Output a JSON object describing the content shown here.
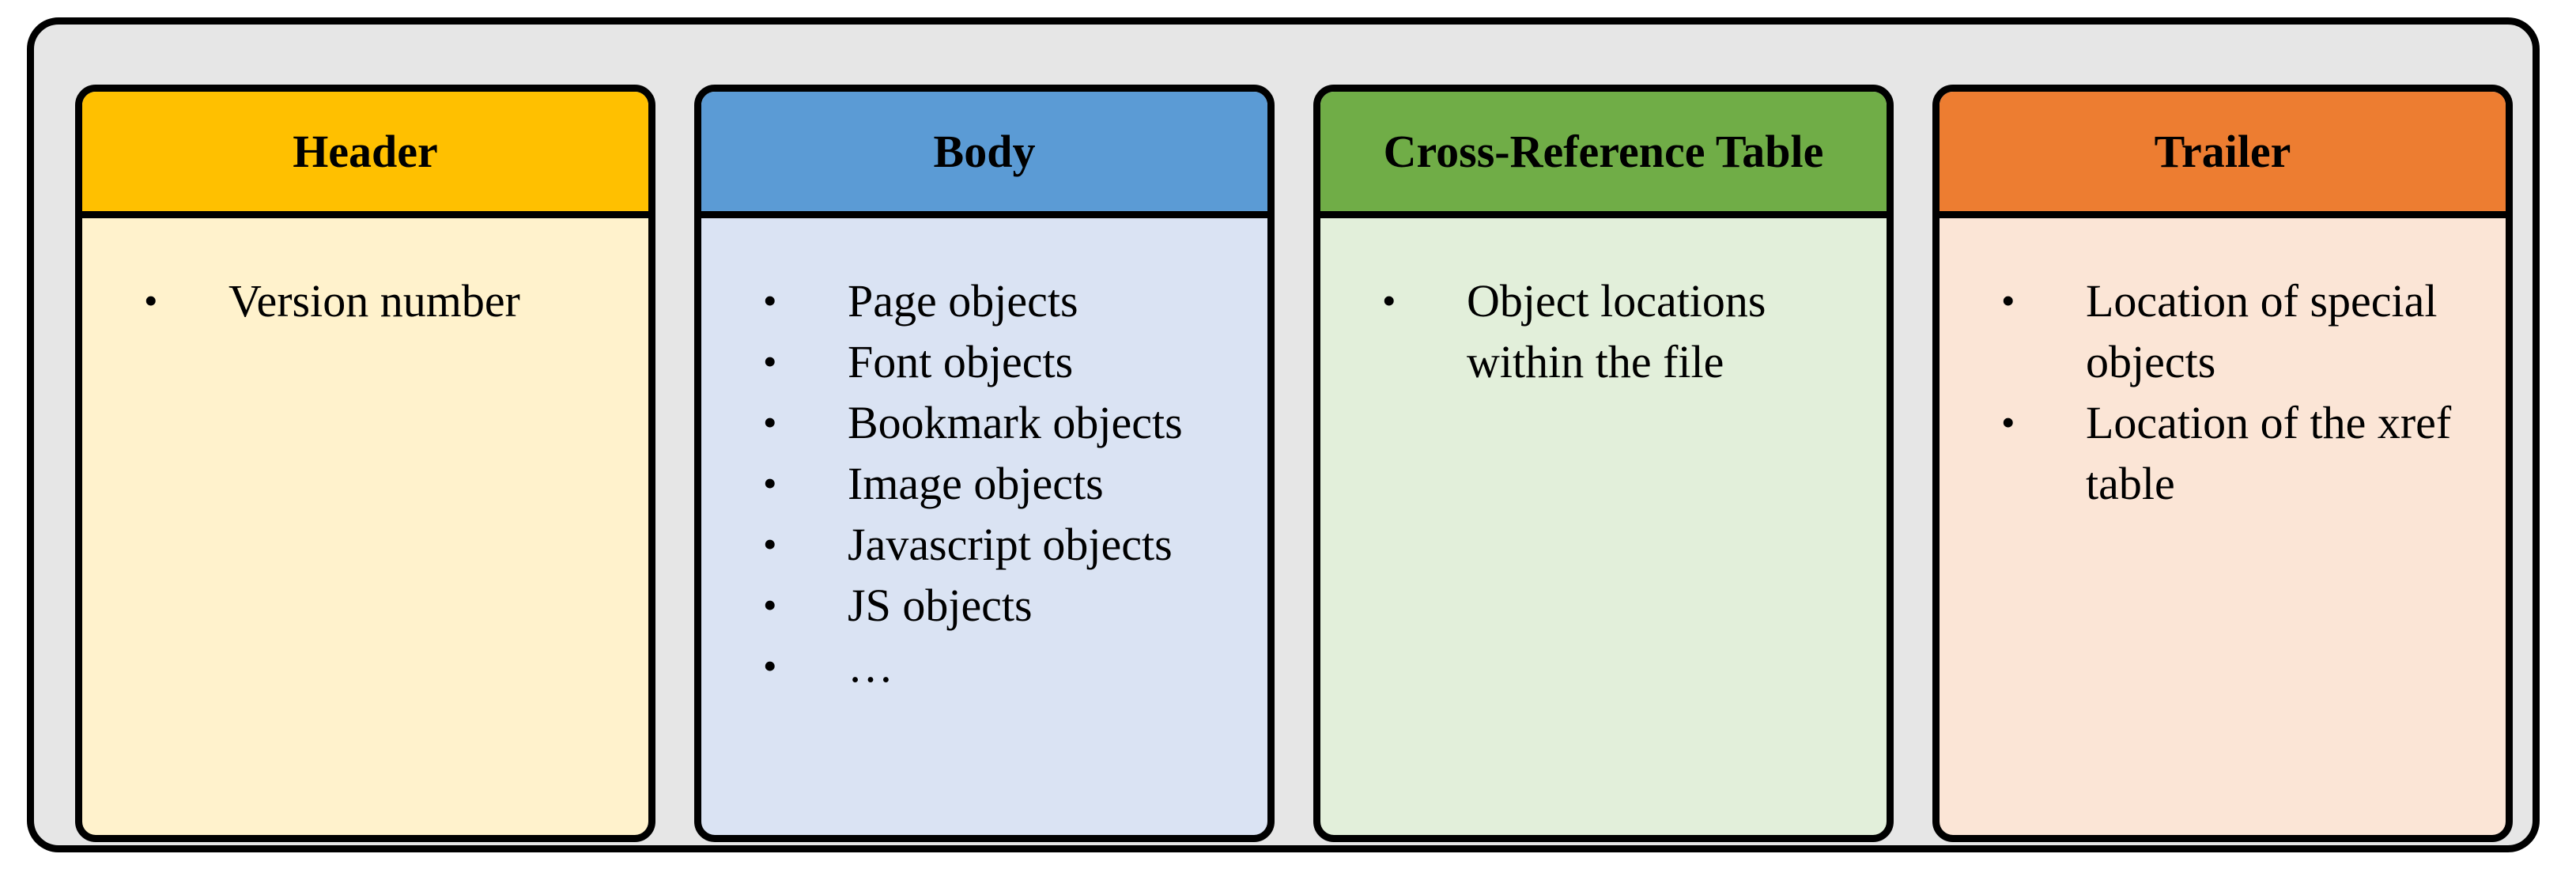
{
  "sections": [
    {
      "title": "Header",
      "header_color": "#ffc000",
      "body_color": "#fff2cc",
      "items": [
        "Version number"
      ]
    },
    {
      "title": "Body",
      "header_color": "#5b9bd5",
      "body_color": "#dae3f3",
      "items": [
        "Page objects",
        "Font objects",
        "Bookmark objects",
        "Image objects",
        "Javascript objects",
        "JS objects",
        "…"
      ]
    },
    {
      "title": "Cross-Reference Table",
      "header_color": "#70ad47",
      "body_color": "#e2efda",
      "items": [
        "Object locations within the file"
      ]
    },
    {
      "title": "Trailer",
      "header_color": "#ed7d31",
      "body_color": "#fbe5d6",
      "items": [
        "Location of special objects",
        "Location of the xref table"
      ]
    }
  ],
  "bullet_glyph": "•"
}
